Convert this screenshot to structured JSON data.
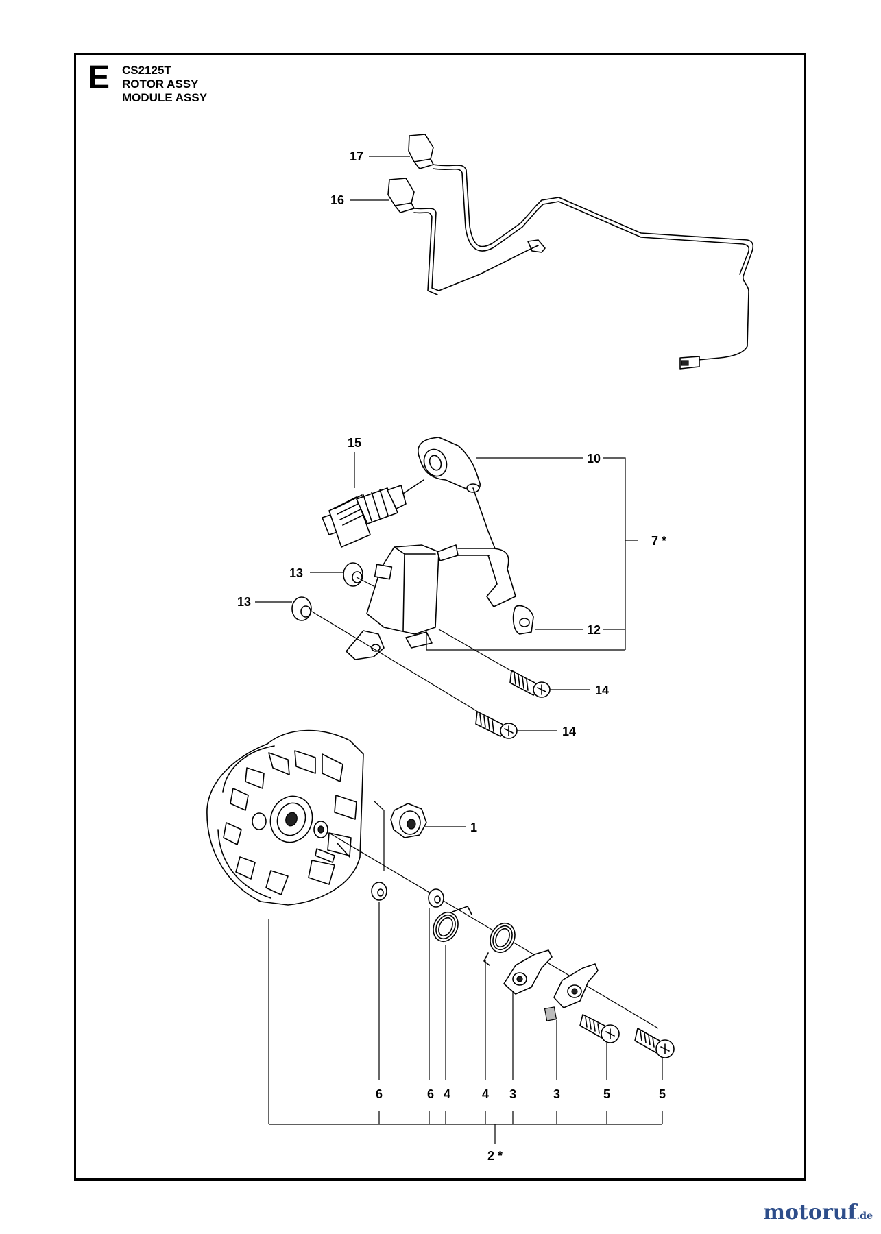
{
  "header": {
    "section_letter": "E",
    "model": "CS2125T",
    "title_line1": "ROTOR ASSY",
    "title_line2": "MODULE ASSY"
  },
  "callouts": {
    "c17": "17",
    "c16": "16",
    "c15": "15",
    "c10": "10",
    "c7": "7 *",
    "c13a": "13",
    "c13b": "13",
    "c12": "12",
    "c14a": "14",
    "c14b": "14",
    "c1": "1",
    "c6a": "6",
    "c6b": "6",
    "c4a": "4",
    "c4b": "4",
    "c3a": "3",
    "c3b": "3",
    "c5a": "5",
    "c5b": "5",
    "c2": "2 *"
  },
  "watermark": {
    "brand": "motoruf",
    "tld": ".de",
    "color": "#2d4d8a"
  }
}
